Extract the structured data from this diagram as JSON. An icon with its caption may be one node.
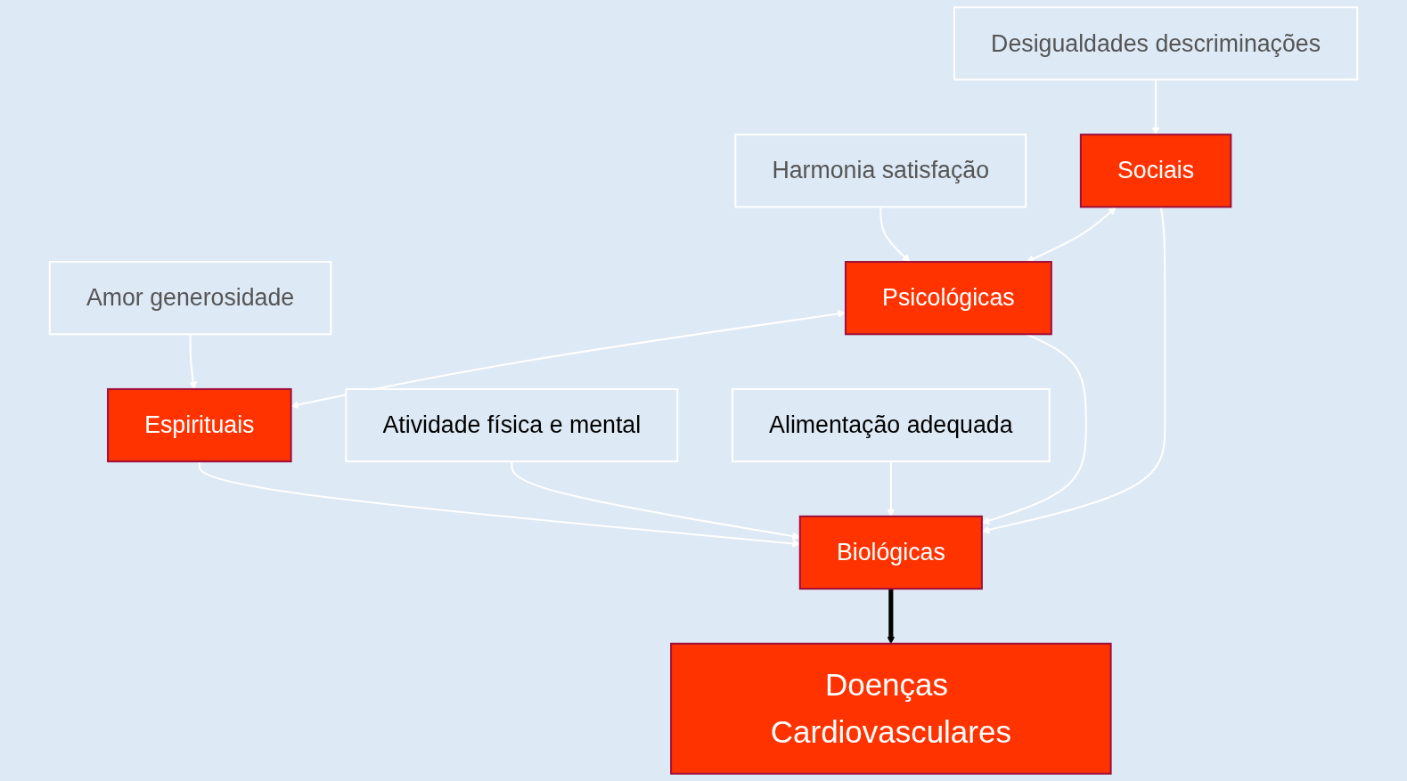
{
  "diagram": {
    "nodes": [
      {
        "text": [
          "Desigualdades descriminações"
        ]
      },
      {
        "text": [
          "Harmonia satisfação"
        ]
      },
      {
        "text": [
          "Amor generosidade"
        ]
      },
      {
        "text": [
          "Sociais"
        ]
      },
      {
        "text": [
          "Psicológicas"
        ]
      },
      {
        "text": [
          "Espirituais"
        ]
      },
      {
        "text": [
          "Atividade física e mental"
        ]
      },
      {
        "text": [
          "Biológicas"
        ]
      },
      {
        "text": [
          "Alimentação adequada"
        ]
      },
      {
        "text": [
          "Doenças Cardiovasculares"
        ]
      }
    ],
    "edges": [
      {
        "from": 0,
        "to": 3,
        "arrow": "to"
      },
      {
        "from": 1,
        "to": 4,
        "arrow": "to"
      },
      {
        "from": 2,
        "to": 5,
        "arrow": "to"
      },
      {
        "from": 3,
        "to": 4,
        "arrow": "both"
      },
      {
        "from": 4,
        "to": 5,
        "arrow": "both"
      },
      {
        "from": 3,
        "to": 7,
        "arrow": "to"
      },
      {
        "from": 4,
        "to": 7,
        "arrow": "to"
      },
      {
        "from": 5,
        "to": 7,
        "arrow": "to"
      },
      {
        "from": 6,
        "to": 7,
        "arrow": "to"
      },
      {
        "from": 8,
        "to": 7,
        "arrow": "to"
      },
      {
        "from": 7,
        "to": 9,
        "arrow": "to",
        "style": "thick",
        "color": "#000000"
      }
    ]
  }
}
